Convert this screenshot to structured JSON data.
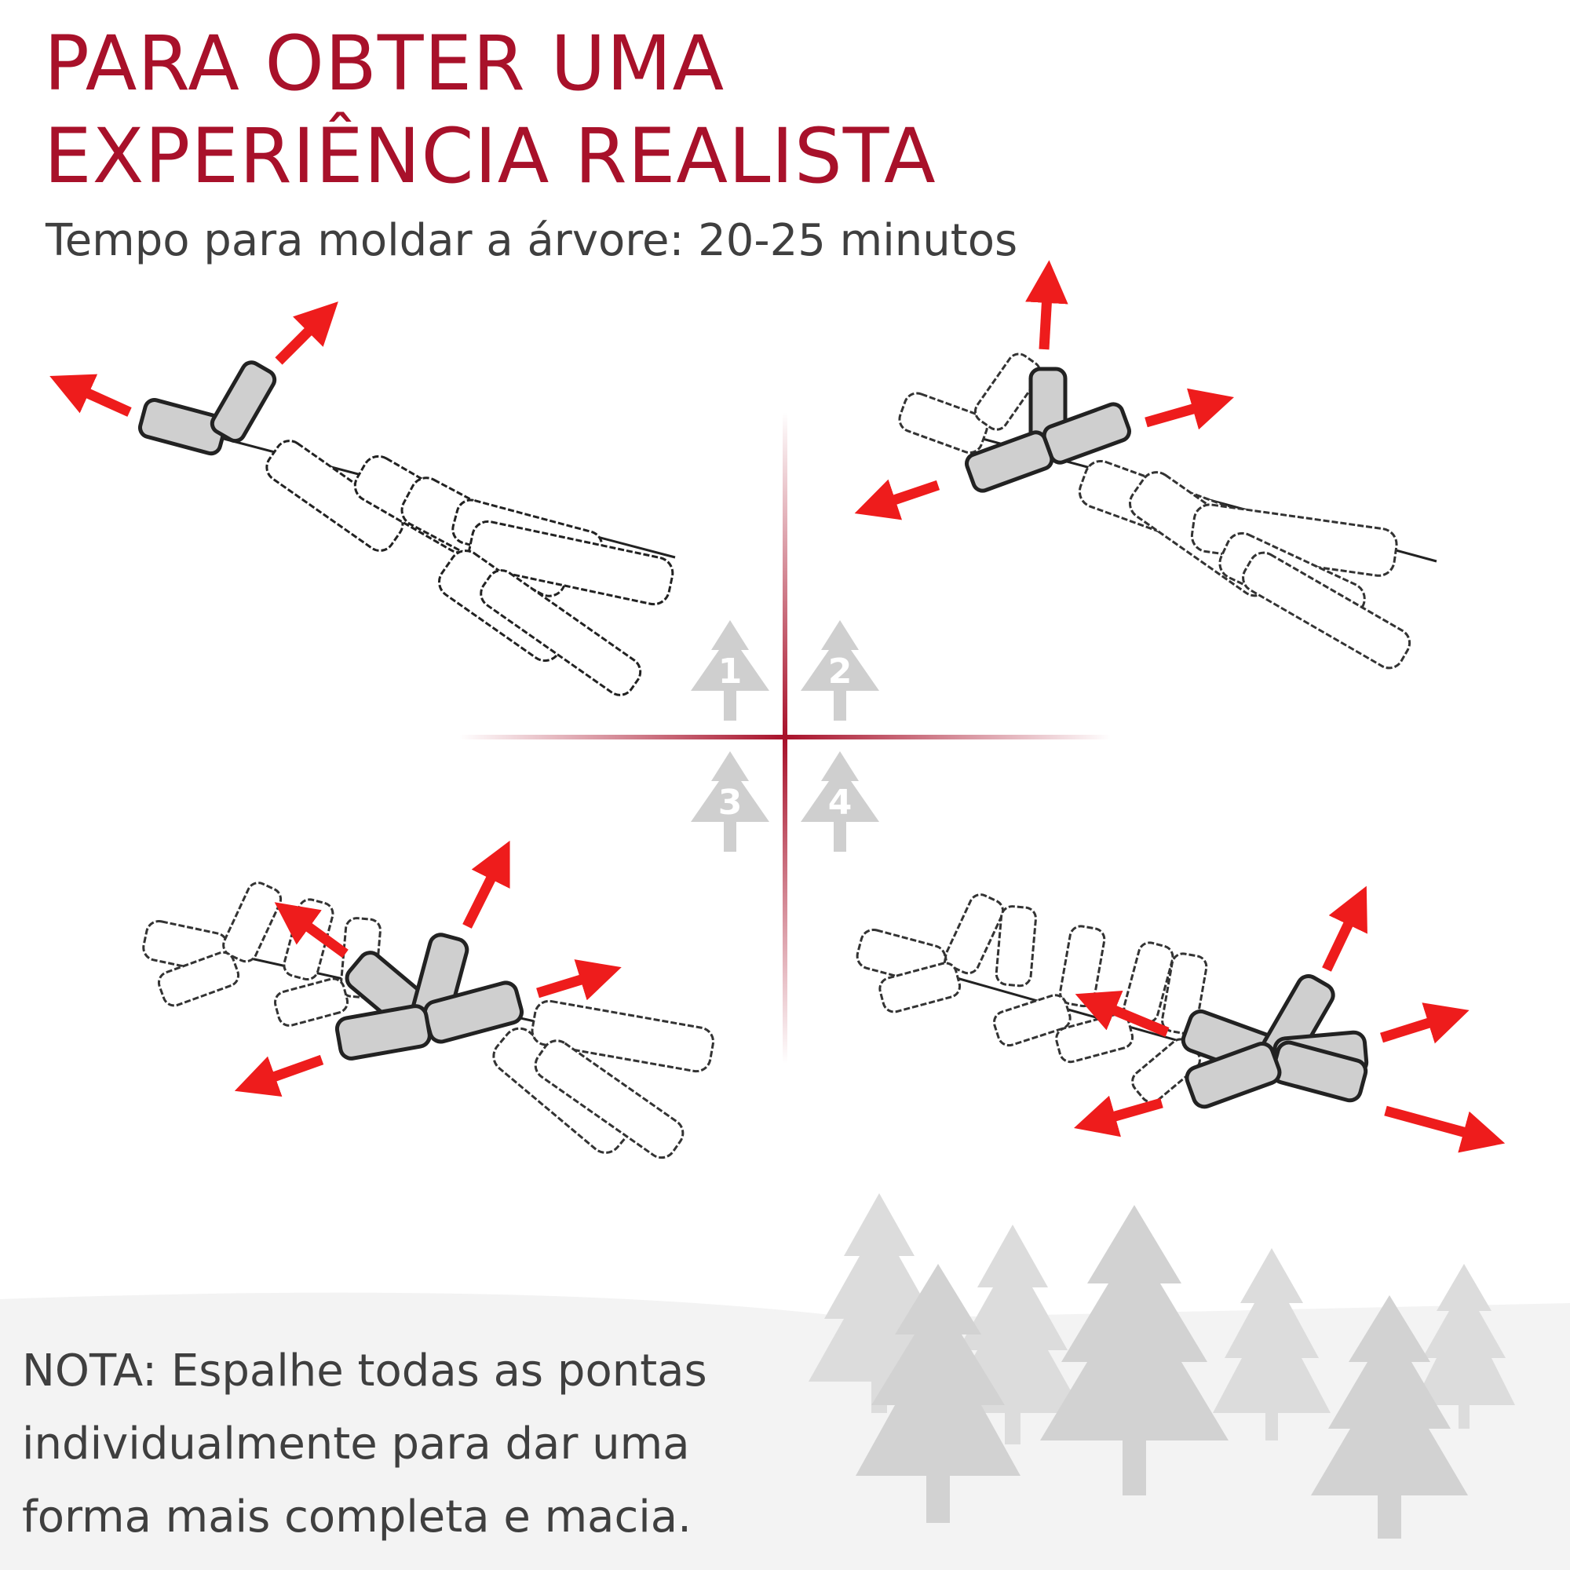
{
  "title": {
    "line1": "PARA OBTER UMA",
    "line2": "EXPERIÊNCIA REALISTA"
  },
  "subtitle": "Tempo para moldar a árvore: 20-25 minutos",
  "steps": [
    {
      "number": "1"
    },
    {
      "number": "2"
    },
    {
      "number": "3"
    },
    {
      "number": "4"
    }
  ],
  "note": {
    "line1": "NOTA: Espalhe todas as pontas",
    "line2": "individualmente para dar uma",
    "line3": "forma mais completa e macia."
  },
  "colors": {
    "title": "#a8112a",
    "text": "#3f3f3f",
    "arrow": "#ee1c1c",
    "divider": "#a8112a",
    "badge": "#cfcfcf",
    "tree_silhouette": "#d9d9d9"
  },
  "icons": [
    "tree-number-badge-icon",
    "red-arrow-icon",
    "branch-illustration",
    "tree-silhouette-icon"
  ]
}
